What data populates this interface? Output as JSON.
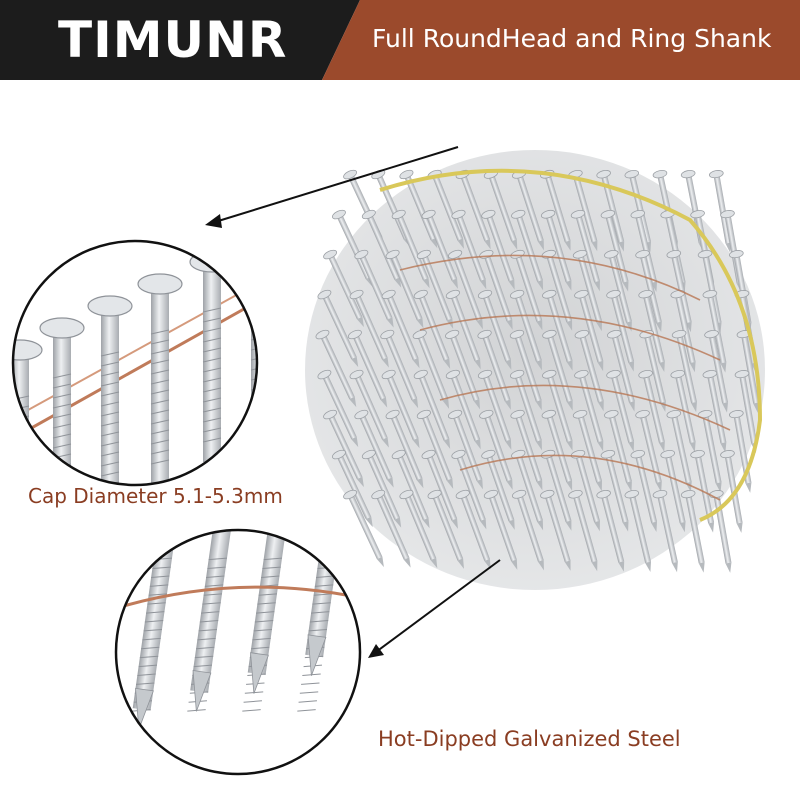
{
  "header": {
    "brand": "TIMUNR",
    "tagline": "Full RoundHead and Ring Shank",
    "colors": {
      "dark": "#1c1c1c",
      "accent": "#9b4a2c"
    }
  },
  "callouts": [
    {
      "label": "Cap Diameter 5.1-5.3mm"
    },
    {
      "label": "Hot-Dipped Galvanized Steel"
    }
  ],
  "colors": {
    "caption": "#8a3d22",
    "nail": "#c9ccd0",
    "wire": "#b87552",
    "band": "#d9c85a"
  }
}
